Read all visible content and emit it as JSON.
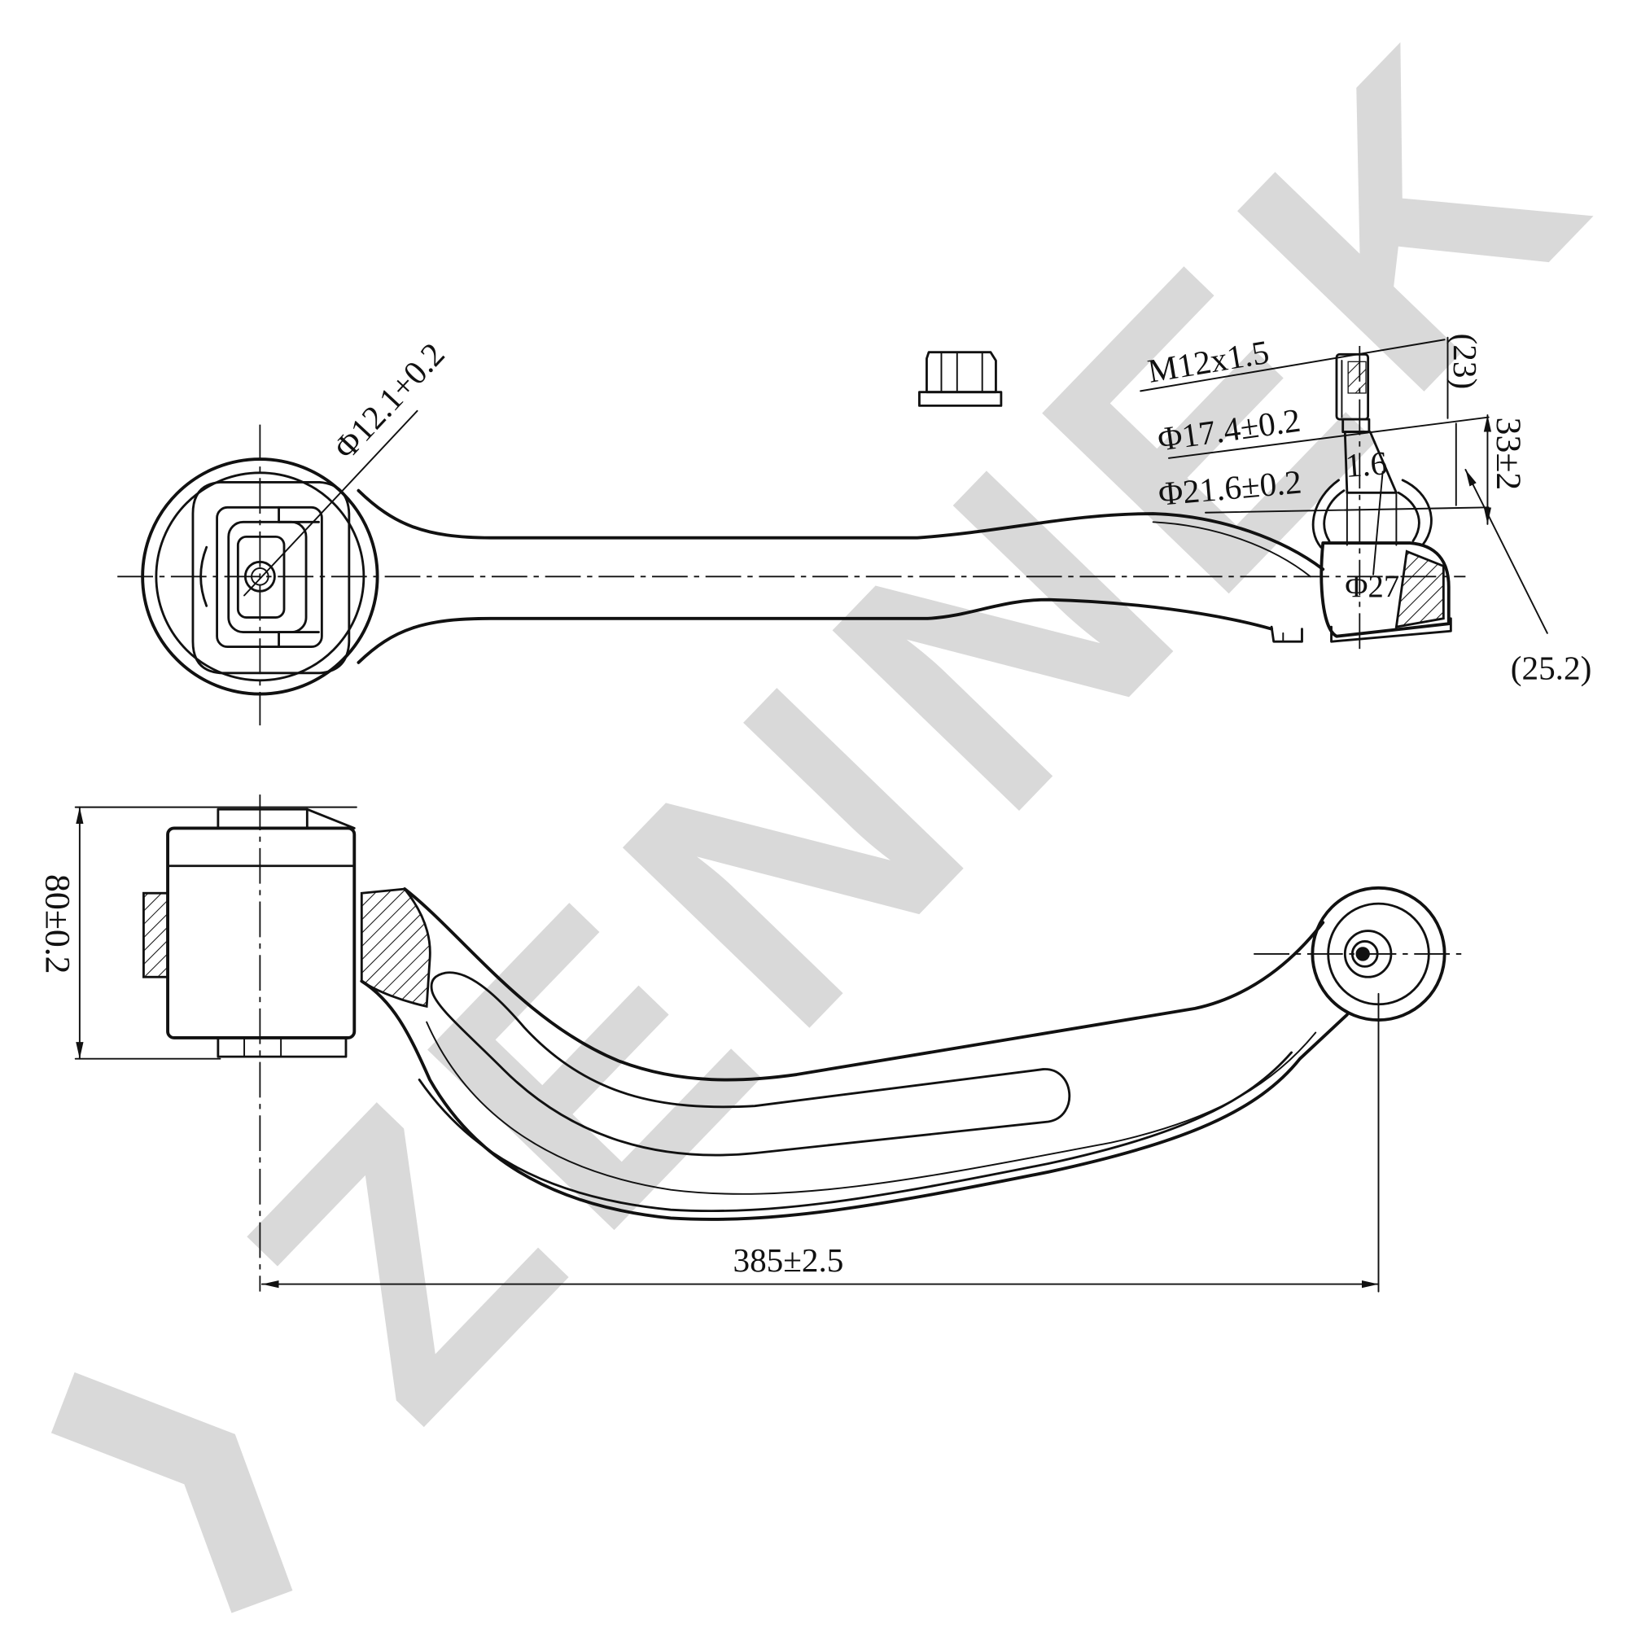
{
  "colors": {
    "ink": "#111111",
    "watermark": "#d9d9d9",
    "background": "#ffffff"
  },
  "watermark": {
    "text": "ZENNEK"
  },
  "top_view": {
    "bushing_bore_label": "Φ12.1+0.2",
    "thread_label": "M12x1.5",
    "thread_length_label": "(23)",
    "taper_small_dia_label": "Φ17.4±0.2",
    "stud_height_label": "33±2",
    "taper_large_dia_label": "Φ21.6±0.2",
    "small_dim_label": "1.6",
    "ball_dia_label": "Φ27",
    "offset_label": "(25.2)"
  },
  "side_view": {
    "bushing_width_label": "80±0.2",
    "length_label": "385±2.5"
  }
}
